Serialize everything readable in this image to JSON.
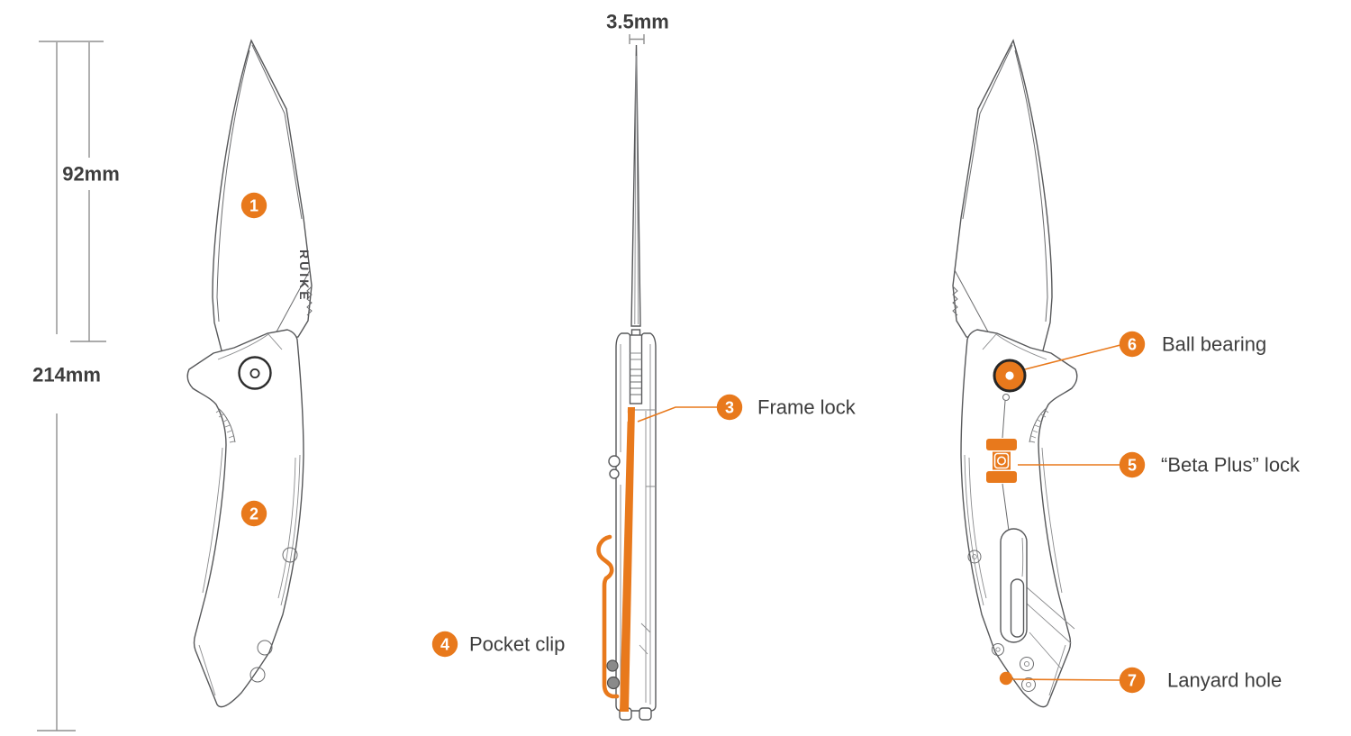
{
  "diagram": {
    "brand": "RUIKE",
    "accent_color": "#e8791c",
    "line_color": "#57585a",
    "text_color": "#3d3d3d",
    "dimensions": {
      "blade_length": "92mm",
      "overall_length": "214mm",
      "blade_thickness": "3.5mm"
    },
    "callouts": {
      "c1": {
        "num": "1"
      },
      "c2": {
        "num": "2"
      },
      "c3": {
        "num": "3",
        "label": "Frame lock"
      },
      "c4": {
        "num": "4",
        "label": "Pocket clip"
      },
      "c5": {
        "num": "5",
        "label": "“Beta Plus” lock"
      },
      "c6": {
        "num": "6",
        "label": "Ball bearing"
      },
      "c7": {
        "num": "7",
        "label": "Lanyard hole"
      }
    }
  }
}
